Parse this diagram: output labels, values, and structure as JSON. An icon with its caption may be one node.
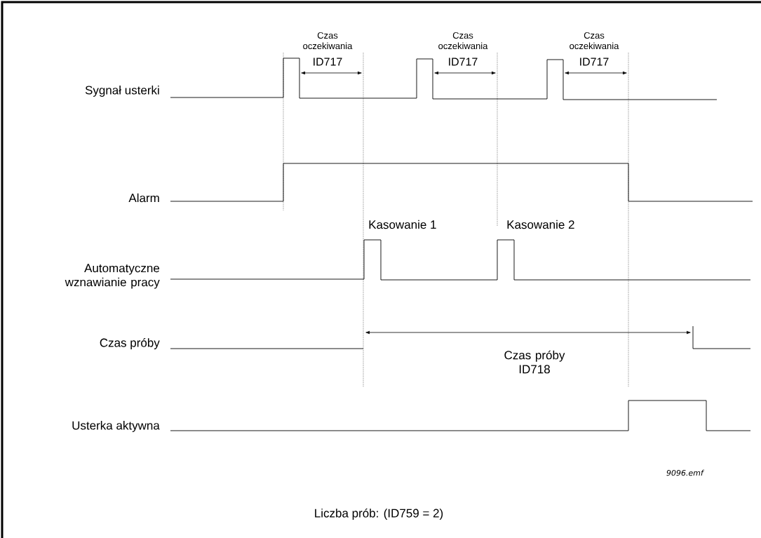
{
  "diagram": {
    "caption": "Liczba prób: (ID759 = 2)",
    "labels": [
      "Czas oczekiwania",
      "ID717",
      "Czas oczekiwania",
      "ID717",
      "Czas oczekiwania",
      "ID717",
      "Sygnał usterki",
      "Alarm",
      "Kasowanie 1",
      "Kasowanie 2",
      "Automatyczne wznawianie pracy",
      "Czas próby",
      "Czas próby ID718",
      "Usterka aktywna",
      "9096.emf"
    ]
  }
}
